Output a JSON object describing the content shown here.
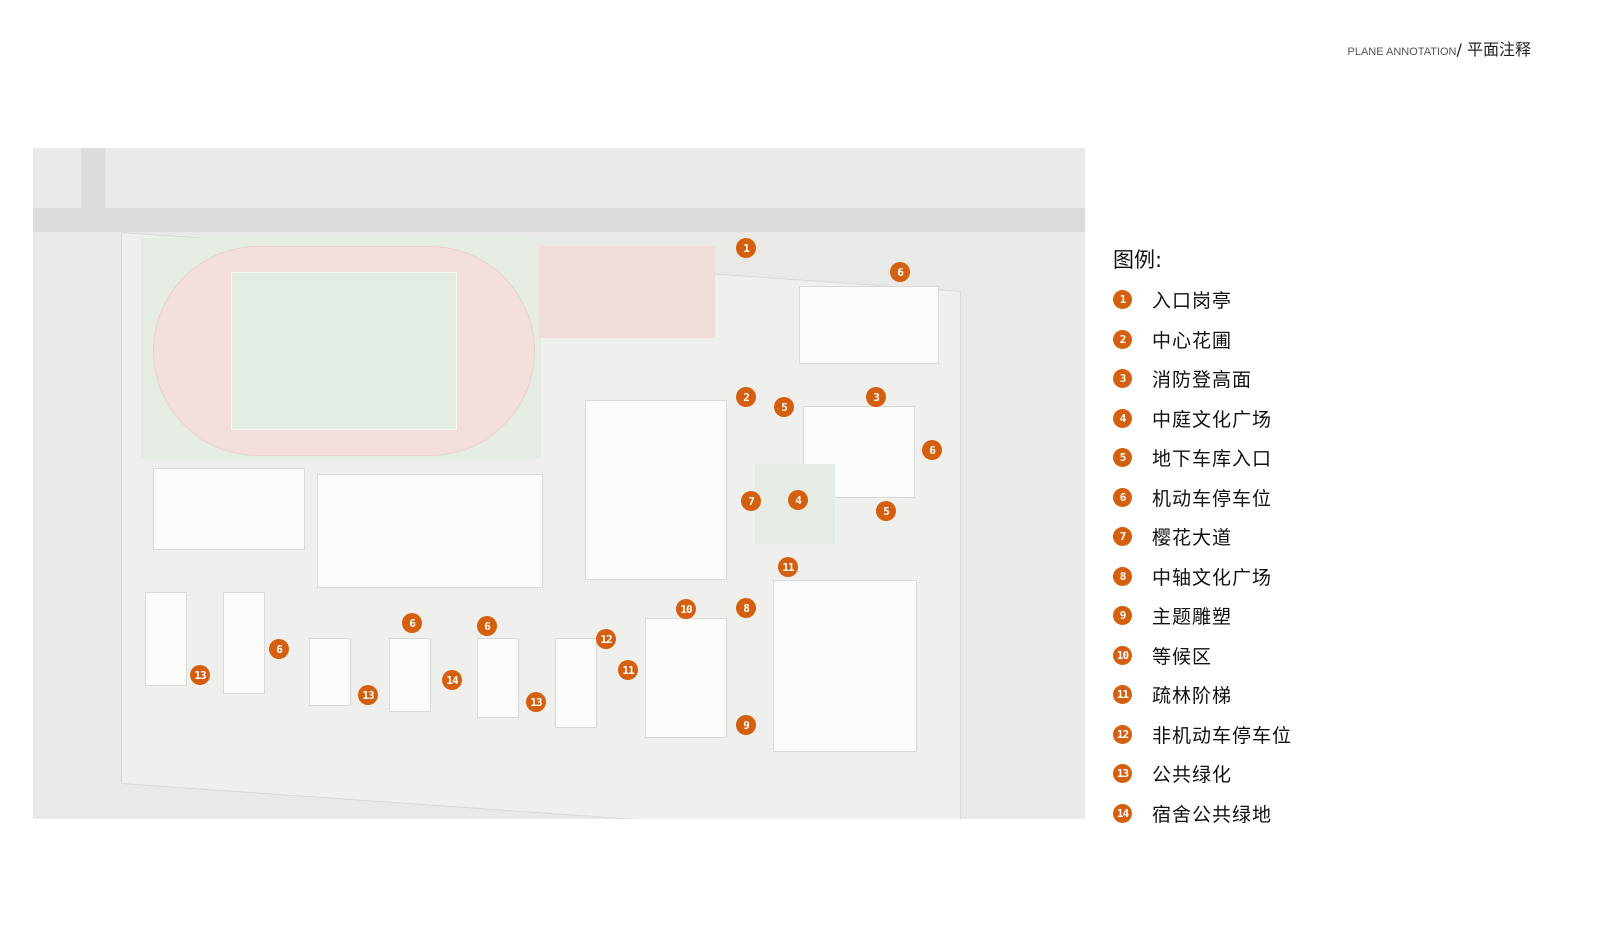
{
  "header": {
    "en": "PLANE ANNOTATION",
    "cn": "/ 平面注释"
  },
  "legend": {
    "title": "图例:",
    "items": [
      {
        "num": "1",
        "label": "入口岗亭"
      },
      {
        "num": "2",
        "label": "中心花圃"
      },
      {
        "num": "3",
        "label": "消防登高面"
      },
      {
        "num": "4",
        "label": "中庭文化广场"
      },
      {
        "num": "5",
        "label": "地下车库入口"
      },
      {
        "num": "6",
        "label": "机动车停车位"
      },
      {
        "num": "7",
        "label": "樱花大道"
      },
      {
        "num": "8",
        "label": "中轴文化广场"
      },
      {
        "num": "9",
        "label": "主题雕塑"
      },
      {
        "num": "10",
        "label": "等候区"
      },
      {
        "num": "11",
        "label": "疏林阶梯"
      },
      {
        "num": "12",
        "label": "非机动车停车位"
      },
      {
        "num": "13",
        "label": "公共绿化"
      },
      {
        "num": "14",
        "label": "宿舍公共绿地"
      }
    ]
  },
  "markers": [
    "1",
    "6",
    "3",
    "2",
    "5",
    "6",
    "7",
    "4",
    "5",
    "11",
    "10",
    "8",
    "6",
    "6",
    "12",
    "11",
    "6",
    "13",
    "13",
    "14",
    "13",
    "9"
  ],
  "colors": {
    "marker": "#d4600f"
  }
}
